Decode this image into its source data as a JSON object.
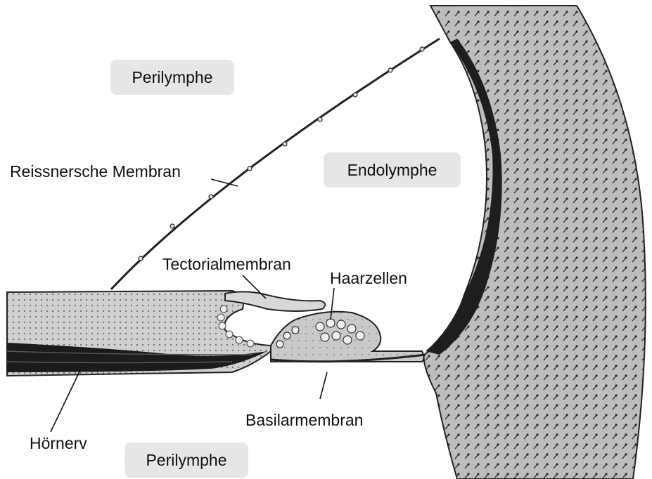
{
  "diagram": {
    "regions": {
      "perilymph_top": "Perilymphe",
      "endolymph": "Endolymphe",
      "perilymph_bottom": "Perilymphe"
    },
    "labels": {
      "reissner": "Reissnersche Membran",
      "tectorial": "Tectorialmembran",
      "hair_cells": "Haarzellen",
      "basilar": "Basilarmembran",
      "auditory_nerve": "Hörnerv"
    },
    "colors": {
      "region_box": "#e6e6e6",
      "tissue": "#bcbcbc",
      "ink": "#1c1c1c"
    }
  }
}
